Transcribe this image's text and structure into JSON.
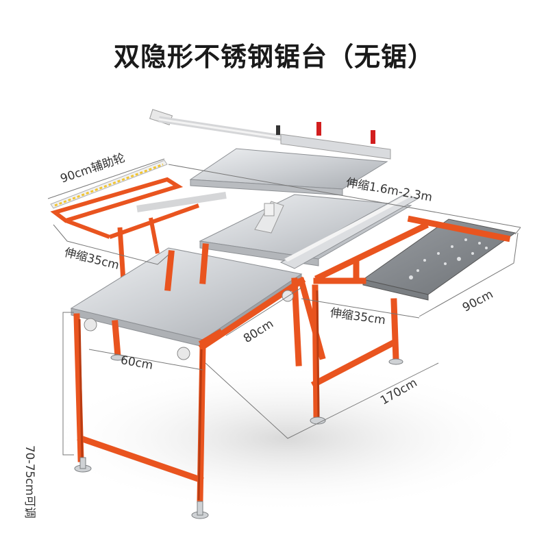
{
  "title": "双隐形不锈钢锯台（无锯）",
  "labels": {
    "aux_wheel": "90cm辅助轮",
    "telescopic_long": "伸缩1.6m-2.3m",
    "telescopic_left": "伸缩35cm",
    "telescopic_right": "伸缩35cm",
    "depth_80": "80cm",
    "width_60": "60cm",
    "length_170": "170cm",
    "extension_90": "90cm",
    "height_range": "70-75cm可调"
  },
  "colors": {
    "frame": "#e9541f",
    "frame_dark": "#b93c12",
    "steel_top": "#c9ccd0",
    "steel_light": "#e3e5e8",
    "rail": "#d9dadc",
    "accent_red": "#d21e1e",
    "dimension_line": "#777777"
  }
}
